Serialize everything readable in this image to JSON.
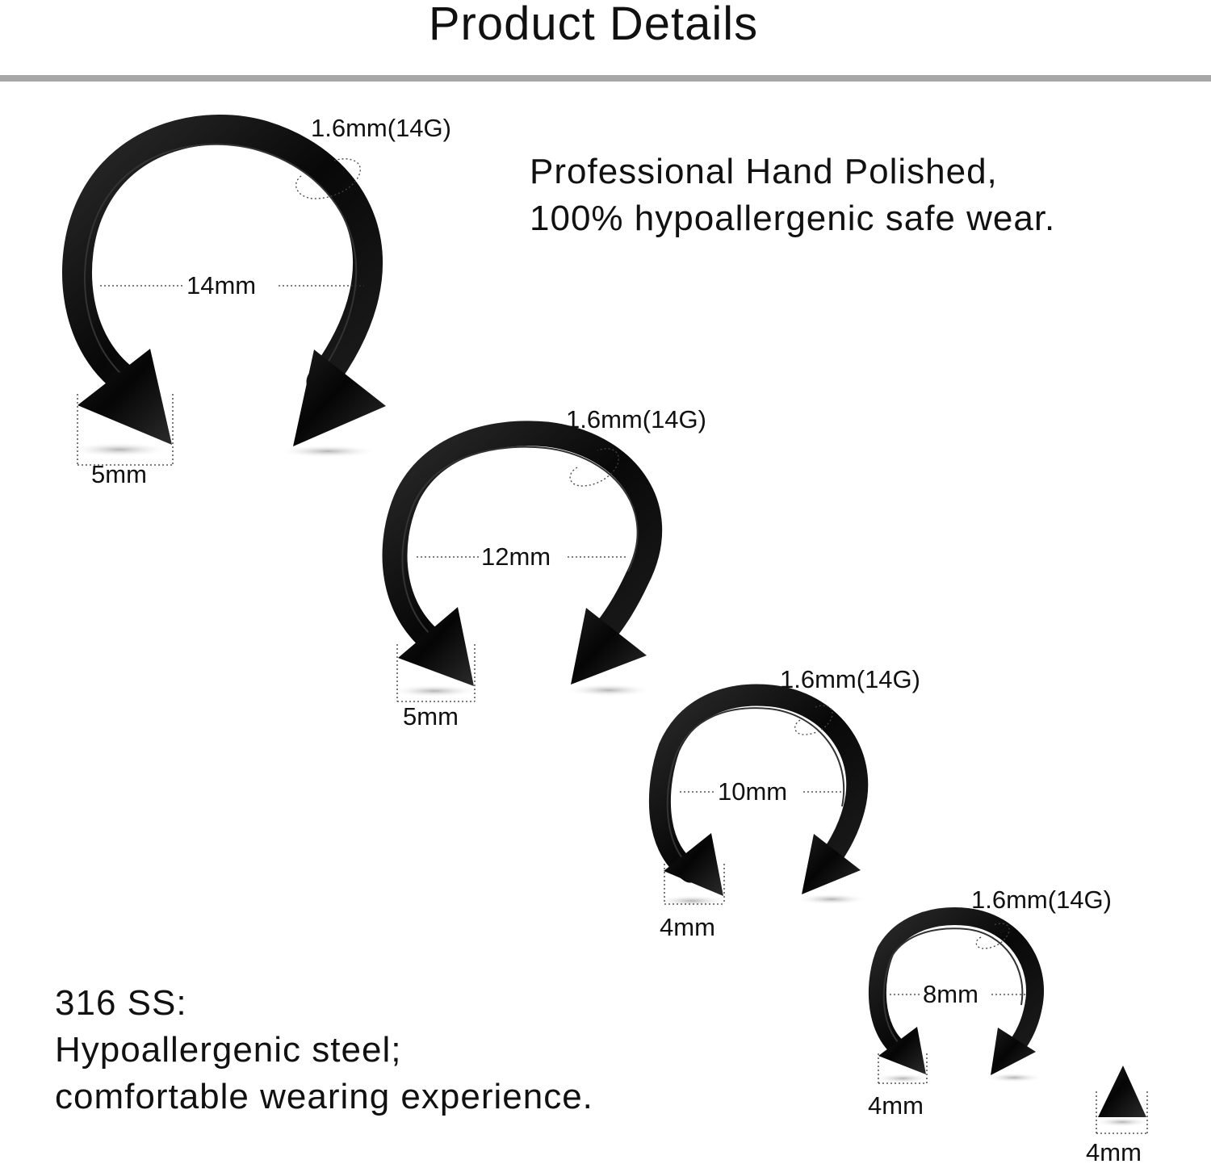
{
  "header": {
    "title": "Product Details"
  },
  "descriptions": {
    "top": [
      "Professional Hand Polished,",
      "100% hypoallergenic safe wear."
    ],
    "bottom": [
      "316 SS:",
      "Hypoallergenic steel;",
      "comfortable wearing experience."
    ]
  },
  "rings": [
    {
      "gauge_label": "1.6mm(14G)",
      "diameter_label": "14mm",
      "spike_label": "5mm"
    },
    {
      "gauge_label": "1.6mm(14G)",
      "diameter_label": "12mm",
      "spike_label": "5mm"
    },
    {
      "gauge_label": "1.6mm(14G)",
      "diameter_label": "10mm",
      "spike_label": "4mm"
    },
    {
      "gauge_label": "1.6mm(14G)",
      "diameter_label": "8mm",
      "spike_label": "4mm"
    }
  ],
  "loose_spike": {
    "label": "4mm"
  },
  "colors": {
    "ring": "#0d0d0d",
    "text": "#111111",
    "divider": "#a7a7a7",
    "background": "#ffffff"
  }
}
